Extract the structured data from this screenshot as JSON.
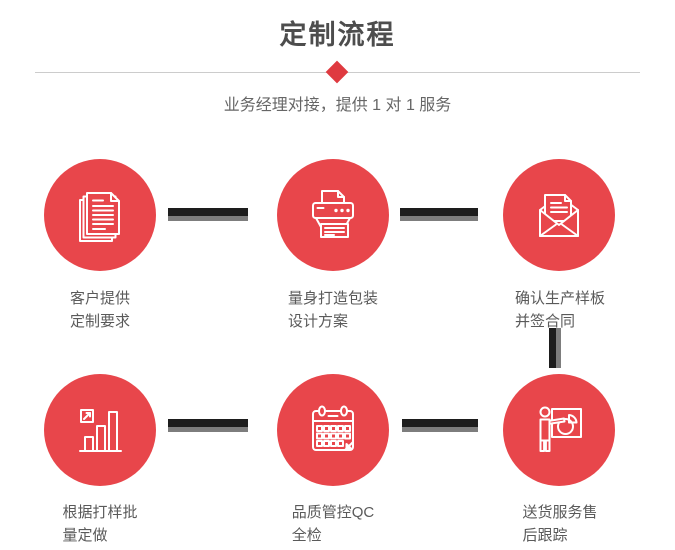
{
  "header": {
    "title": "定制流程",
    "subtitle": "业务经理对接，提供 1 对 1 服务"
  },
  "colors": {
    "accent_red": "#e8464b",
    "diamond_red": "#df3a40",
    "title_gray": "#4d4d4d",
    "text_gray": "#5a5a5a",
    "divider_gray": "#cccccc",
    "connector_dark": "#1d1d1d",
    "connector_gray": "#7d7d7d"
  },
  "steps": [
    {
      "icon": "documents-stack-icon",
      "lines": [
        "客户提供",
        "定制要求"
      ]
    },
    {
      "icon": "printer-icon",
      "lines": [
        "量身打造包装",
        "设计方案"
      ]
    },
    {
      "icon": "open-envelope-letter-icon",
      "lines": [
        "确认生产样板",
        "并签合同"
      ]
    },
    {
      "icon": "bar-chart-growth-icon",
      "lines": [
        "根据打样批",
        "量定做"
      ]
    },
    {
      "icon": "calendar-icon",
      "lines": [
        "品质管控QC",
        "全检"
      ]
    },
    {
      "icon": "presentation-pie-icon",
      "lines": [
        "送货服务售",
        "后跟踪"
      ]
    }
  ]
}
